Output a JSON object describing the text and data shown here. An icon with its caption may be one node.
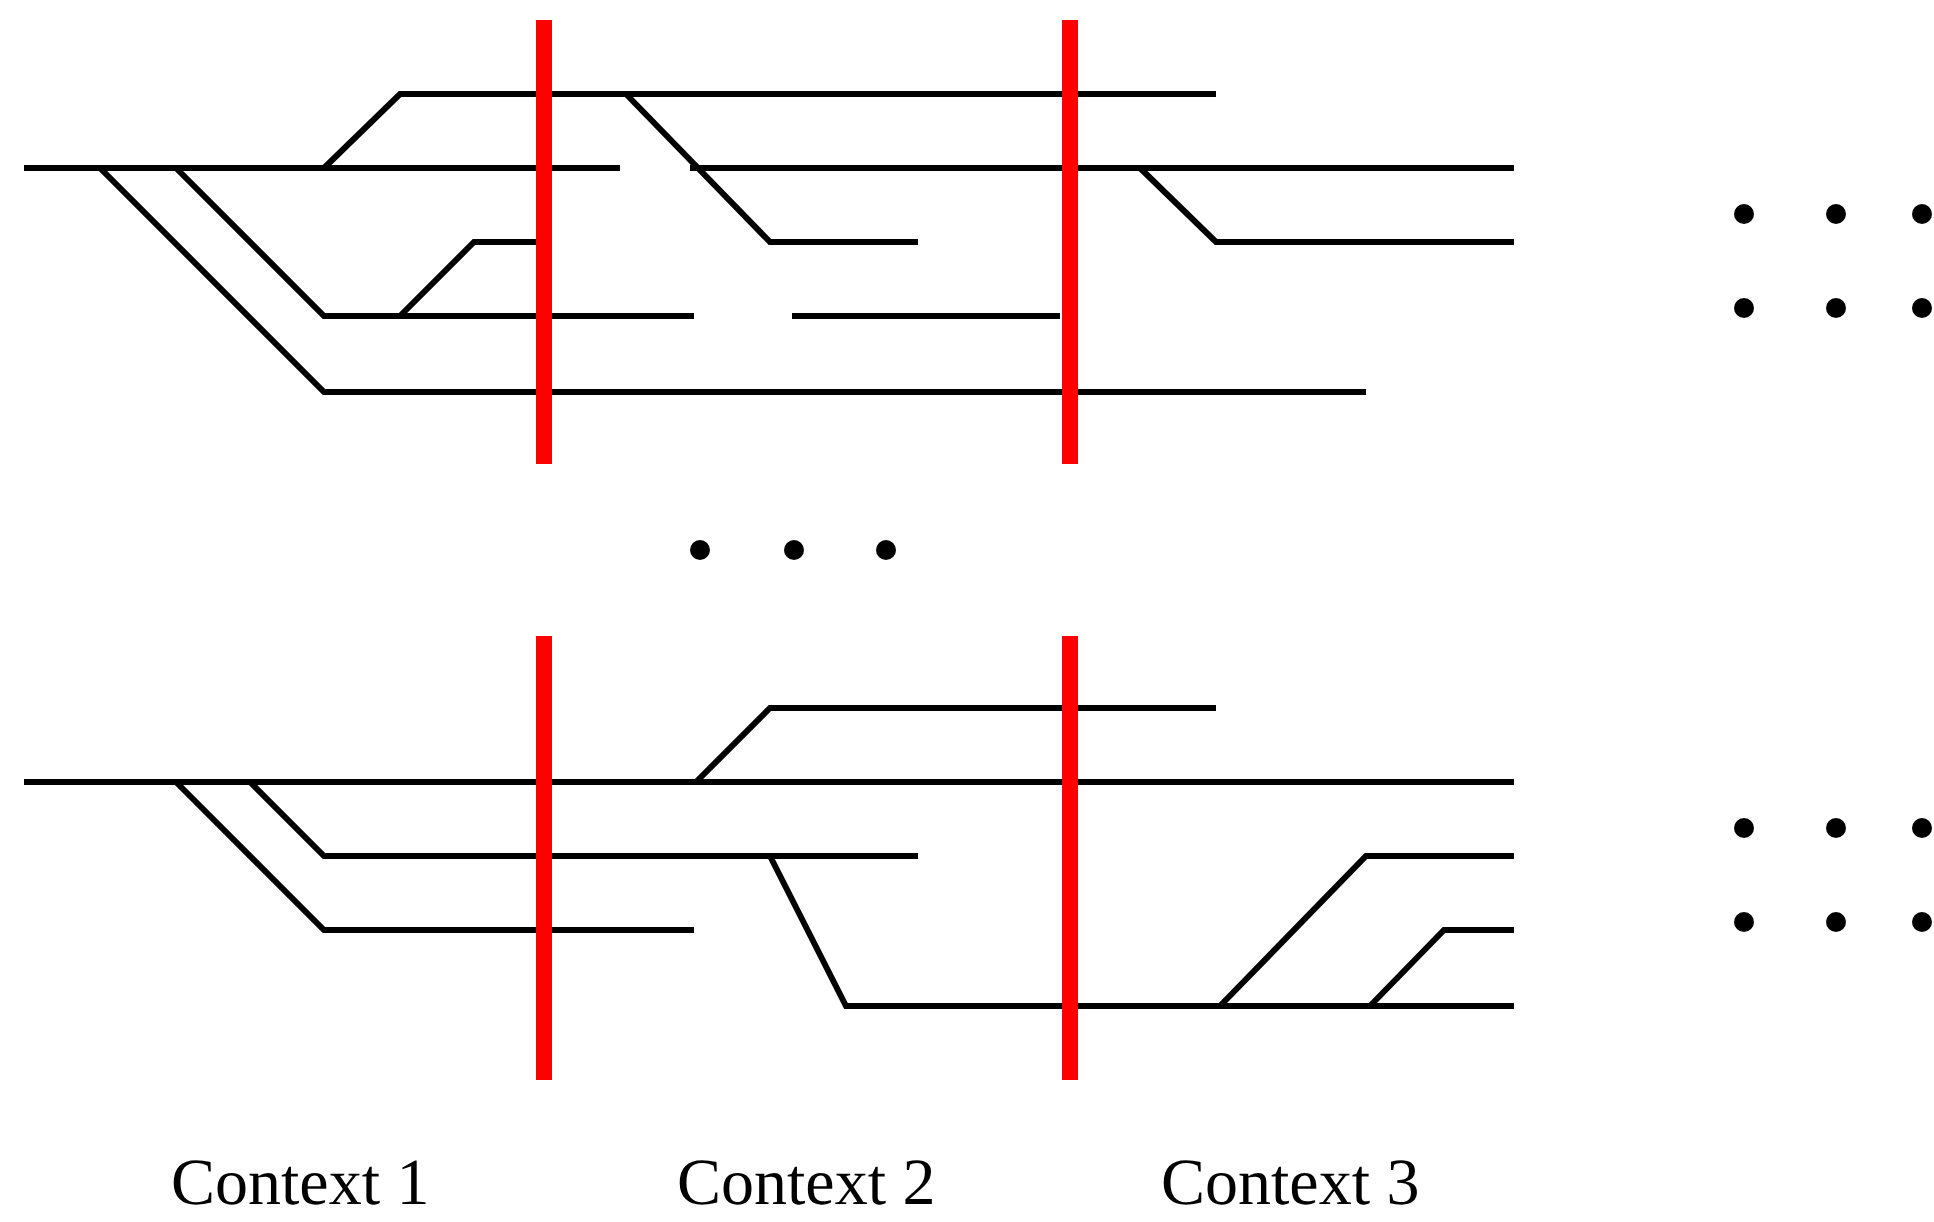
{
  "diagram": {
    "labels": [
      "Context 1",
      "Context 2",
      "Context 3"
    ]
  }
}
